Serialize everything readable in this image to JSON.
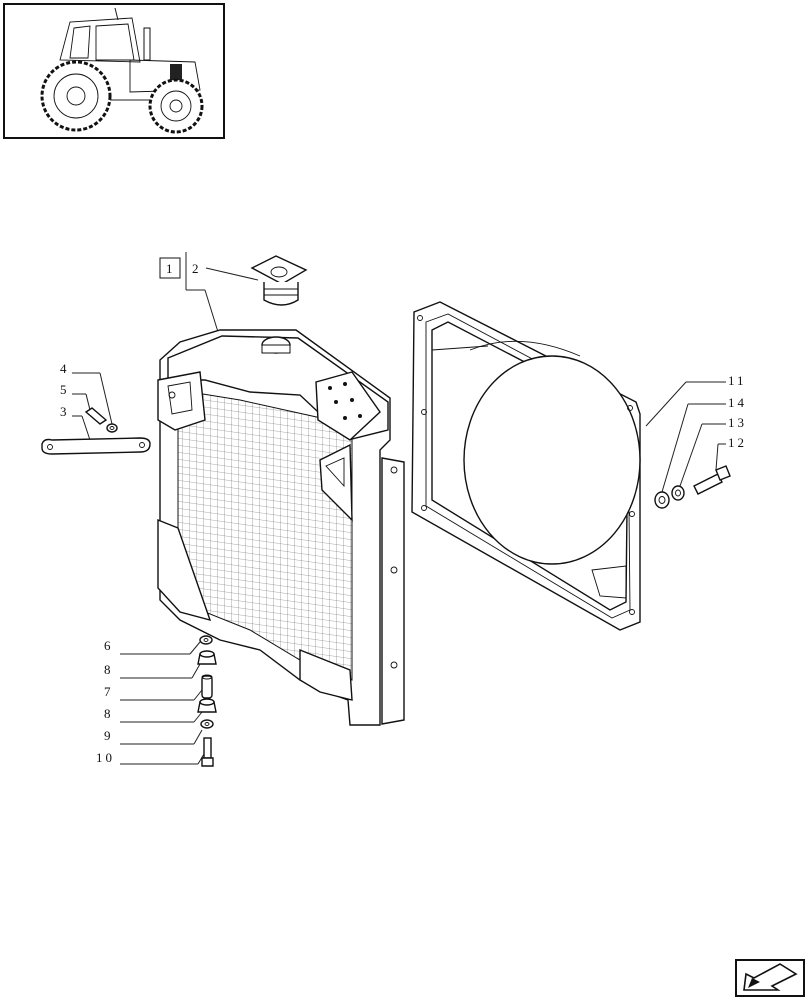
{
  "callouts": [
    {
      "id": "c1",
      "text": "1"
    },
    {
      "id": "c2",
      "text": "2"
    },
    {
      "id": "c4",
      "text": "4"
    },
    {
      "id": "c5",
      "text": "5"
    },
    {
      "id": "c3",
      "text": "3"
    },
    {
      "id": "c11",
      "text": "11"
    },
    {
      "id": "c14",
      "text": "14"
    },
    {
      "id": "c13",
      "text": "13"
    },
    {
      "id": "c12",
      "text": "12"
    },
    {
      "id": "c6",
      "text": "6"
    },
    {
      "id": "c8a",
      "text": "8"
    },
    {
      "id": "c7",
      "text": "7"
    },
    {
      "id": "c8b",
      "text": "8"
    },
    {
      "id": "c9",
      "text": "9"
    },
    {
      "id": "c10",
      "text": "10"
    }
  ],
  "nav": {
    "icon": "next-page-arrow-icon"
  }
}
